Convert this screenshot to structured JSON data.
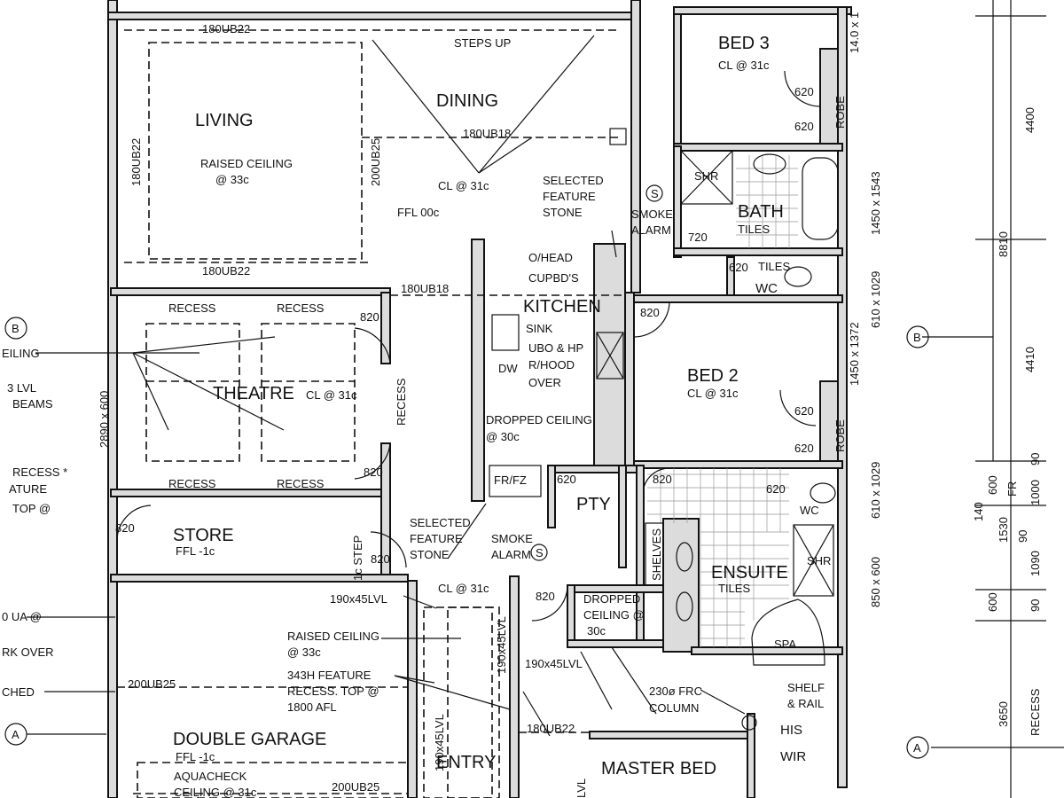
{
  "rooms": {
    "bed3": "BED 3",
    "bed3_cl": "CL @ 31c",
    "living": "LIVING",
    "living_ceiling_1": "RAISED CEILING",
    "living_ceiling_2": "@ 33c",
    "dining": "DINING",
    "dining_cl": "CL @ 31c",
    "dining_ffl": "FFL 00c",
    "kitchen": "KITCHEN",
    "theatre": "THEATRE",
    "theatre_cl": "CL @ 31c",
    "bed2": "BED 2",
    "bed2_cl": "CL @ 31c",
    "store": "STORE",
    "store_ffl": "FFL -1c",
    "pty": "PTY",
    "ensuite": "ENSUITE",
    "ensuite_tiles": "TILES",
    "bath": "BATH",
    "bath_tiles": "TILES",
    "wc": "WC",
    "wc2": "WC",
    "spa": "SPA",
    "garage": "DOUBLE GARAGE",
    "garage_ffl": "FFL -1c",
    "entry": "ENTRY",
    "master_bed": "MASTER BED",
    "his_wir_1": "HIS",
    "his_wir_2": "WIR",
    "robe": "ROBE",
    "shr": "SHR"
  },
  "notes": {
    "steps_up": "STEPS UP",
    "selected_feature_stone_1": [
      "SELECTED",
      "FEATURE",
      "STONE"
    ],
    "smoke_alarm_1": [
      "SMOKE",
      "ALARM"
    ],
    "ohead_cupbds": [
      "O/HEAD",
      "CUPBD'S"
    ],
    "kitchen_items": [
      "SINK",
      "UBO & HP",
      "R/HOOD",
      "OVER"
    ],
    "dw": "DW",
    "dropped_ceiling_kitchen": [
      "DROPPED CEILING",
      "@ 30c"
    ],
    "frfz": "FR/FZ",
    "recess": "RECESS",
    "selected_feature_stone_2": [
      "SELECTED",
      "FEATURE",
      "STONE"
    ],
    "smoke_alarm_2": [
      "SMOKE",
      "ALARM"
    ],
    "step": "1c STEP",
    "hall_cl": "CL @ 31c",
    "dropped_ceiling_hall": [
      "DROPPED",
      "CEILING @",
      "30c"
    ],
    "raised_ceiling_entry": [
      "RAISED CEILING",
      "@ 33c"
    ],
    "feature_recess": [
      "343H FEATURE",
      "RECESS. TOP @",
      "1800 AFL"
    ],
    "frc_column": [
      "230ø FRC",
      "COLUMN"
    ],
    "shelf_rail": [
      "SHELF",
      "& RAIL"
    ],
    "shelves": "SHELVES",
    "aquacheck": [
      "AQUACHECK",
      "CEILING @ 31c"
    ],
    "tiles": "TILES",
    "left_margin": [
      "EILING",
      "3 LVL",
      "BEAMS",
      "RECESS *",
      "ATURE",
      "TOP @",
      "0 UA @",
      "RK OVER",
      "CHED"
    ]
  },
  "beams": {
    "b1": "180UB22",
    "b2": "180UB18",
    "b3": "180UB22",
    "b4": "180UB18",
    "b5": "180UB22",
    "b6": "200UB25",
    "b7": "200UB25",
    "b8": "200UB25",
    "left_vertical": "180UB22",
    "mid_vertical": "200UB25",
    "lvl1": "190x45LVL",
    "lvl2": "190x45LVL",
    "lvl3": "190x45LVL",
    "lvl4": "190x45LVL",
    "lvl5": "LVL"
  },
  "dims": {
    "d620": "620",
    "d720": "720",
    "d820": "820",
    "theatre_window": "2890 x 600",
    "right_top": "14.0 x 1",
    "right_1": "1450 x 1543",
    "right_2": "610 x 1029",
    "right_3": "1450 x 1372",
    "right_4": "610 x 1029",
    "right_5": "850 x 600",
    "far_4400": "4400",
    "far_8810": "8810",
    "far_4410": "4410",
    "far_3650": "3650",
    "far_recess": "RECESS",
    "far_140": "140",
    "far_1530": "1530",
    "far_600a": "600",
    "far_fr": "FR",
    "far_1000": "1000",
    "far_90a": "90",
    "far_1090": "1090",
    "far_90b": "90",
    "far_90c": "90",
    "far_600b": "600"
  },
  "markers": {
    "section_b": "B",
    "section_a": "A",
    "smoke_symbol": "S"
  }
}
